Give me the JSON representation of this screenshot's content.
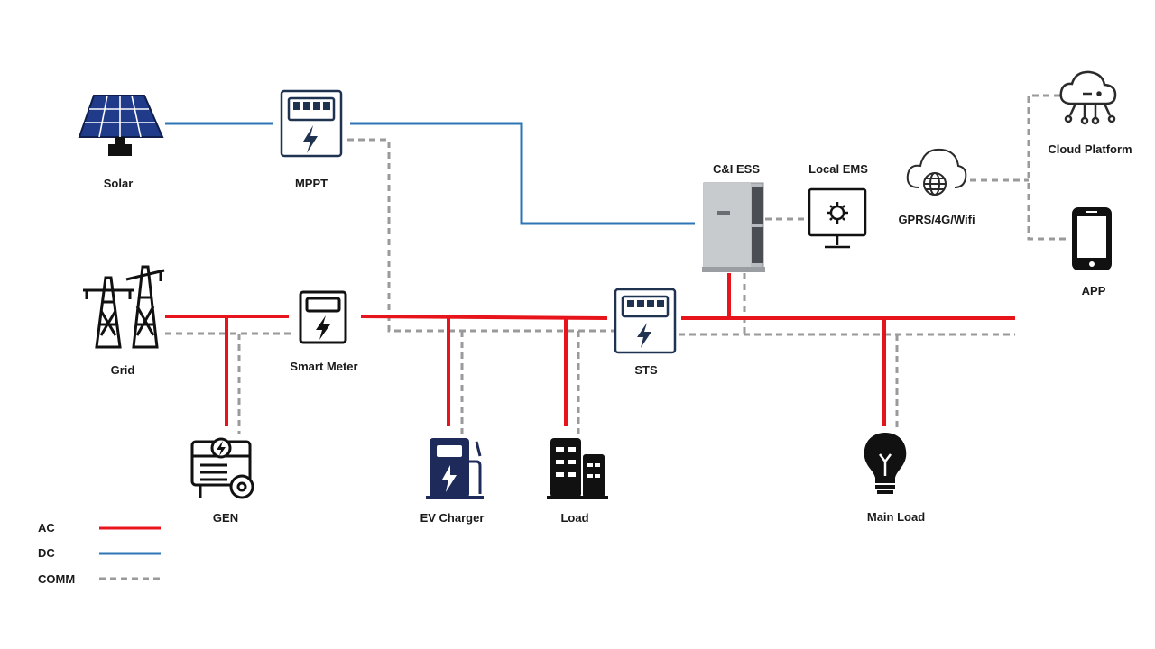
{
  "nodes": {
    "solar": "Solar",
    "mppt": "MPPT",
    "grid": "Grid",
    "smart_meter": "Smart Meter",
    "gen": "GEN",
    "ev_charger": "EV Charger",
    "load": "Load",
    "sts": "STS",
    "ess": "C&I ESS",
    "local_ems": "Local EMS",
    "gprs": "GPRS/4G/Wifi",
    "cloud": "Cloud Platform",
    "app": "APP",
    "main_load": "Main Load"
  },
  "legend": {
    "ac": "AC",
    "dc": "DC",
    "comm": "COMM"
  },
  "colors": {
    "ac": "#e8141c",
    "dc": "#2e75b6",
    "comm": "#9a9a9a",
    "solar_panel": "#1f3b8a",
    "ev_charger": "#1e2a5a",
    "icon_dark": "#1a2233"
  },
  "icons": {
    "solar": "solar-panel-icon",
    "mppt": "meter-icon",
    "grid": "transmission-tower-icon",
    "smart_meter": "smart-meter-icon",
    "gen": "generator-icon",
    "ev_charger": "ev-charger-icon",
    "load": "buildings-icon",
    "sts": "meter-icon",
    "ess": "battery-cabinet-icon",
    "local_ems": "monitor-gear-icon",
    "gprs": "cloud-globe-icon",
    "cloud": "cloud-network-icon",
    "app": "smartphone-icon",
    "main_load": "light-bulb-icon"
  }
}
